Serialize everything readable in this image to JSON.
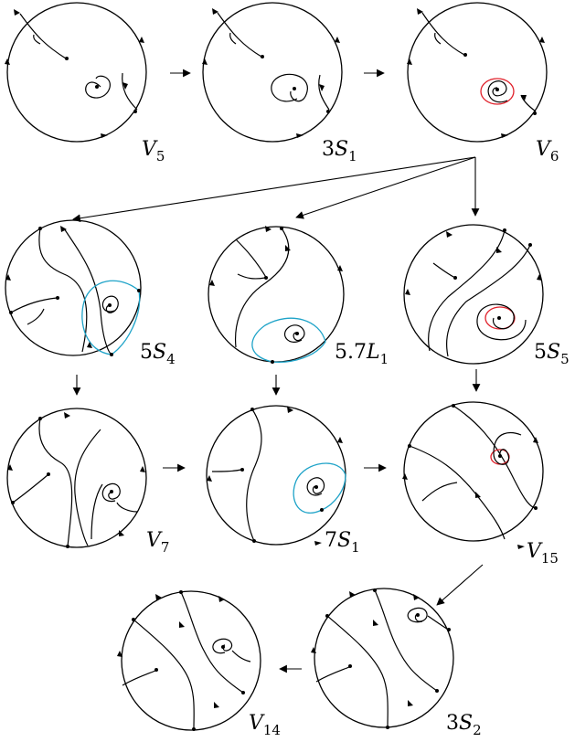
{
  "colors": {
    "orbit": "#000000",
    "separatrix_cycle": "#1ea3c8",
    "limit_cycle": "#e0202a"
  },
  "panels": [
    {
      "id": "V5",
      "label": "V",
      "sub": "5",
      "prefix": ""
    },
    {
      "id": "3S1",
      "label": "S",
      "sub": "1",
      "prefix": "3"
    },
    {
      "id": "V6",
      "label": "V",
      "sub": "6",
      "prefix": ""
    },
    {
      "id": "5S4",
      "label": "S",
      "sub": "4",
      "prefix": "5"
    },
    {
      "id": "57L1",
      "label": "L",
      "sub": "1",
      "prefix": "5.7"
    },
    {
      "id": "5S5",
      "label": "S",
      "sub": "5",
      "prefix": "5"
    },
    {
      "id": "V7",
      "label": "V",
      "sub": "7",
      "prefix": ""
    },
    {
      "id": "7S1",
      "label": "S",
      "sub": "1",
      "prefix": "7"
    },
    {
      "id": "V15",
      "label": "V",
      "sub": "15",
      "prefix": ""
    },
    {
      "id": "V14",
      "label": "V",
      "sub": "14",
      "prefix": ""
    },
    {
      "id": "3S2",
      "label": "S",
      "sub": "2",
      "prefix": "3"
    }
  ]
}
